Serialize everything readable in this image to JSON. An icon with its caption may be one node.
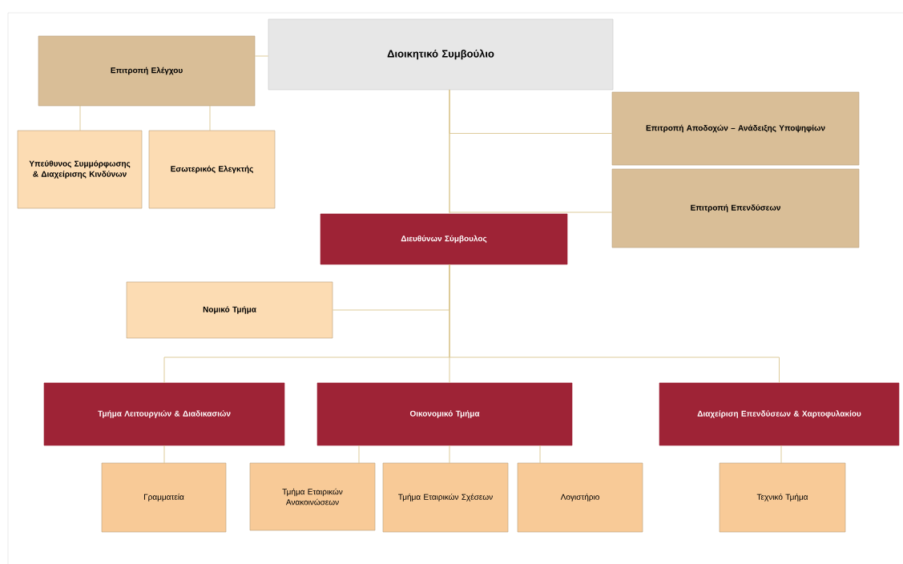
{
  "diagram": {
    "nodes": [
      {
        "text": [
          "Διοικητικό Συμβούλιο"
        ]
      },
      {
        "text": [
          "Επιτροπή Ελέγχου"
        ]
      },
      {
        "text": [
          "Υπεύθυνος Συμμόρφωσης & Διαχείρισης Κινδύνων"
        ]
      },
      {
        "text": [
          "Εσωτερικός Ελεγκτής"
        ]
      },
      {
        "text": [
          "Επιτροπή Αποδοχών – Ανάδειξης Υποψηφίων"
        ]
      },
      {
        "text": [
          "Επιτροπή Επενδύσεων"
        ]
      },
      {
        "text": [
          "Διευθύνων Σύμβουλος"
        ]
      },
      {
        "text": [
          "Νομικό Τμήμα"
        ]
      },
      {
        "text": [
          "Τμήμα Λειτουργιών & Διαδικασιών"
        ]
      },
      {
        "text": [
          "Οικονομικό Τμήμα"
        ]
      },
      {
        "text": [
          "Διαχείριση Επενδύσεων & Χαρτοφυλακίου"
        ]
      },
      {
        "text": [
          "Γραμματεία"
        ]
      },
      {
        "text": [
          "Τμήμα Εταιρικών Ανακοινώσεων"
        ]
      },
      {
        "text": [
          "Τμήμα Εταιρικών Σχέσεων"
        ]
      },
      {
        "text": [
          "Λογιστήριο"
        ]
      },
      {
        "text": [
          "Τεχνικό Τμήμα"
        ]
      }
    ],
    "edges": [
      {
        "from": 0,
        "to": 1,
        "arrow": "none"
      },
      {
        "from": 1,
        "to": 2,
        "arrow": "none"
      },
      {
        "from": 1,
        "to": 3,
        "arrow": "none"
      },
      {
        "from": 0,
        "to": 4,
        "arrow": "none"
      },
      {
        "from": 0,
        "to": 5,
        "arrow": "none"
      },
      {
        "from": 0,
        "to": 6,
        "arrow": "none"
      },
      {
        "from": 6,
        "to": 7,
        "arrow": "none"
      },
      {
        "from": 6,
        "to": 8,
        "arrow": "none"
      },
      {
        "from": 6,
        "to": 9,
        "arrow": "none"
      },
      {
        "from": 6,
        "to": 10,
        "arrow": "none"
      },
      {
        "from": 8,
        "to": 11,
        "arrow": "none"
      },
      {
        "from": 9,
        "to": 12,
        "arrow": "none"
      },
      {
        "from": 9,
        "to": 13,
        "arrow": "none"
      },
      {
        "from": 9,
        "to": 14,
        "arrow": "none"
      },
      {
        "from": 10,
        "to": 15,
        "arrow": "none"
      }
    ]
  }
}
